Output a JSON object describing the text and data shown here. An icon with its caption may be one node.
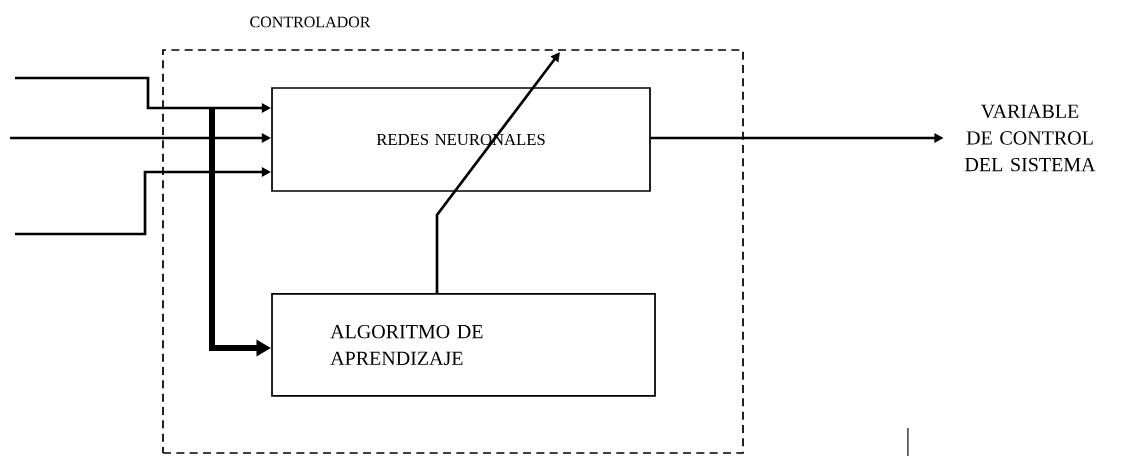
{
  "diagram": {
    "nodes": [
      {
        "text": [
          "CONTROLADOR"
        ]
      },
      {
        "text": [
          "REDES NEURONALES"
        ],
        "in": 0
      },
      {
        "text": [
          "ALGORITMO DE APRENDIZAJE"
        ],
        "in": 0
      },
      {
        "text": [
          "VARIABLE DE CONTROL DEL SISTEMA"
        ]
      }
    ],
    "edges": [
      {
        "from": null,
        "to": 1,
        "arrow": "to"
      },
      {
        "from": null,
        "to": 1,
        "arrow": "to"
      },
      {
        "from": null,
        "to": 1,
        "arrow": "to"
      },
      {
        "from": null,
        "to": 2,
        "arrow": "to",
        "style": "thick"
      },
      {
        "from": 2,
        "to": null,
        "arrow": "to"
      },
      {
        "from": 1,
        "to": 3,
        "arrow": "to"
      }
    ]
  }
}
